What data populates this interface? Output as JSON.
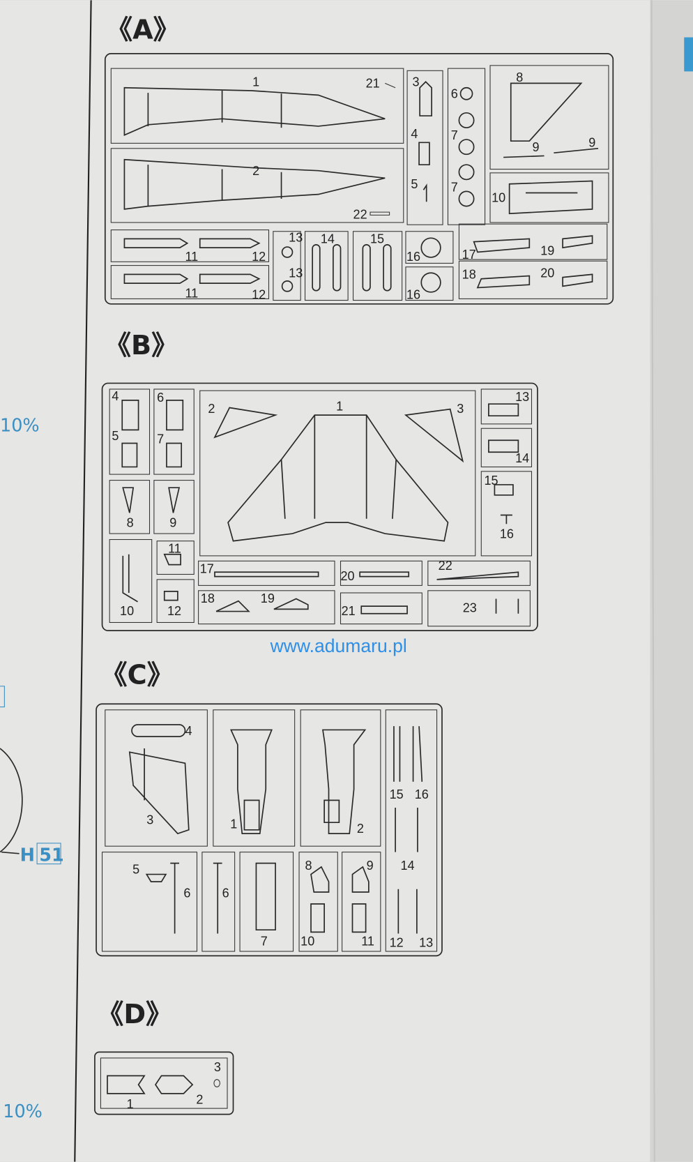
{
  "colors": {
    "paper": "#e9e9e7",
    "ink": "#2a2a2a",
    "accent_blue": "#3a8fc4",
    "watermark": "#2f8fe6"
  },
  "margin": {
    "pct_top": "10%",
    "pct_bottom": "10%",
    "callout_letter": "H",
    "callout_number": "51"
  },
  "watermark": "www.adumaru.pl",
  "sprues": {
    "A": {
      "label": "《A》",
      "parts": [
        "1",
        "21",
        "3",
        "4",
        "5",
        "6",
        "7",
        "7",
        "8",
        "9",
        "9",
        "10",
        "2",
        "22",
        "11",
        "12",
        "13",
        "14",
        "15",
        "16",
        "17",
        "19",
        "11",
        "12",
        "13",
        "16",
        "18",
        "20"
      ]
    },
    "B": {
      "label": "《B》",
      "parts": [
        "4",
        "5",
        "6",
        "7",
        "8",
        "9",
        "10",
        "11",
        "12",
        "1",
        "2",
        "3",
        "13",
        "14",
        "15",
        "16",
        "17",
        "20",
        "22",
        "18",
        "19",
        "21",
        "23"
      ]
    },
    "C": {
      "label": "《C》",
      "parts": [
        "4",
        "3",
        "1",
        "2",
        "15",
        "16",
        "14",
        "5",
        "6",
        "6",
        "7",
        "8",
        "10",
        "9",
        "11",
        "12",
        "13"
      ]
    },
    "D": {
      "label": "《D》",
      "parts": [
        "3",
        "1",
        "2"
      ]
    }
  }
}
